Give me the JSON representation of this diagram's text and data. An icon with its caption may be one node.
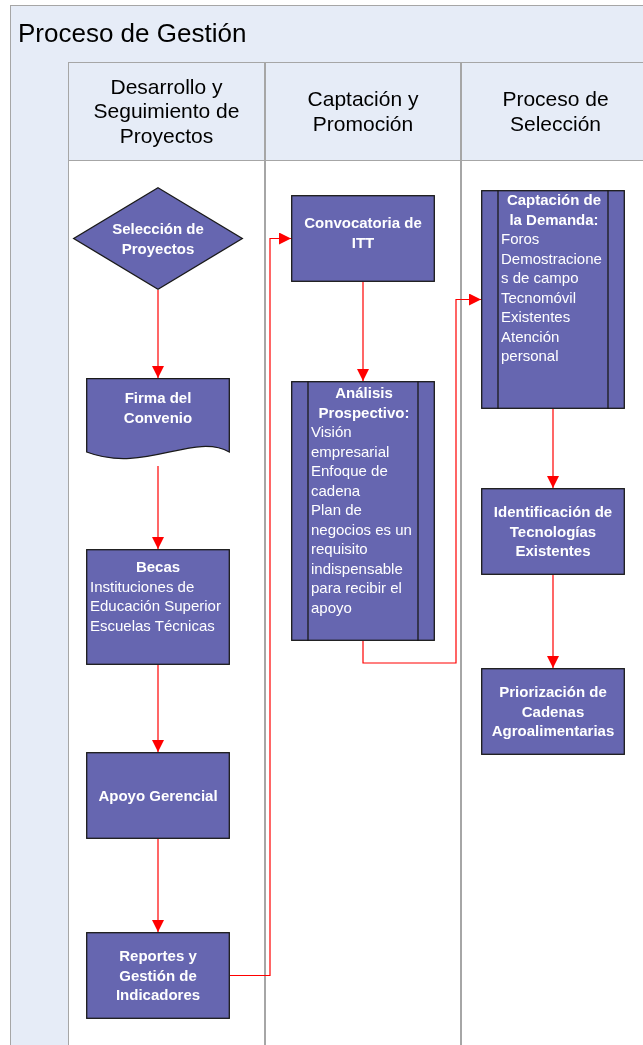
{
  "diagram": {
    "nodes": [
      {
        "text": [
          "Proceso de Gestión"
        ]
      },
      {
        "text": [
          "Desarrollo y Seguimiento de Proyectos"
        ],
        "in": 0
      },
      {
        "text": [
          "Captación y Promoción"
        ],
        "in": 0
      },
      {
        "text": [
          "Proceso de Selección"
        ],
        "in": 0
      },
      {
        "text": [
          "Selección de Proyectos"
        ],
        "in": 1
      },
      {
        "text": [
          "Firma del Convenio"
        ],
        "in": 1
      },
      {
        "text": [
          "Becas",
          "Instituciones de Educación Superior",
          "Escuelas Técnicas"
        ],
        "in": 1
      },
      {
        "text": [
          "Apoyo Gerencial"
        ],
        "in": 1
      },
      {
        "text": [
          "Reportes y Gestión de Indicadores"
        ],
        "in": 1
      },
      {
        "text": [
          "Convocatoria de ITT"
        ],
        "in": 2
      },
      {
        "text": [
          "Análisis Prospectivo:",
          "Visión empresarial",
          "Enfoque de cadena",
          "Plan de negocios es un requisito indispensable para recibir el apoyo"
        ],
        "in": 2
      },
      {
        "text": [
          "Captación de la Demanda:",
          "Foros",
          "Demostraciones de campo",
          "Tecnomóvil",
          "Existentes",
          "Atención personal"
        ],
        "in": 3
      },
      {
        "text": [
          "Identificación de Tecnologías Existentes"
        ],
        "in": 3
      },
      {
        "text": [
          "Priorización de Cadenas Agroalimentarias"
        ],
        "in": 3
      }
    ],
    "edges": [
      {
        "from": 4,
        "to": 5,
        "arrow": "to"
      },
      {
        "from": 5,
        "to": 6,
        "arrow": "to"
      },
      {
        "from": 6,
        "to": 7,
        "arrow": "to"
      },
      {
        "from": 7,
        "to": 8,
        "arrow": "to"
      },
      {
        "from": 8,
        "to": 9,
        "arrow": "to"
      },
      {
        "from": 9,
        "to": 10,
        "arrow": "to"
      },
      {
        "from": 10,
        "to": 11,
        "arrow": "to"
      },
      {
        "from": 11,
        "to": 12,
        "arrow": "to"
      },
      {
        "from": 12,
        "to": 13,
        "arrow": "to"
      }
    ]
  }
}
